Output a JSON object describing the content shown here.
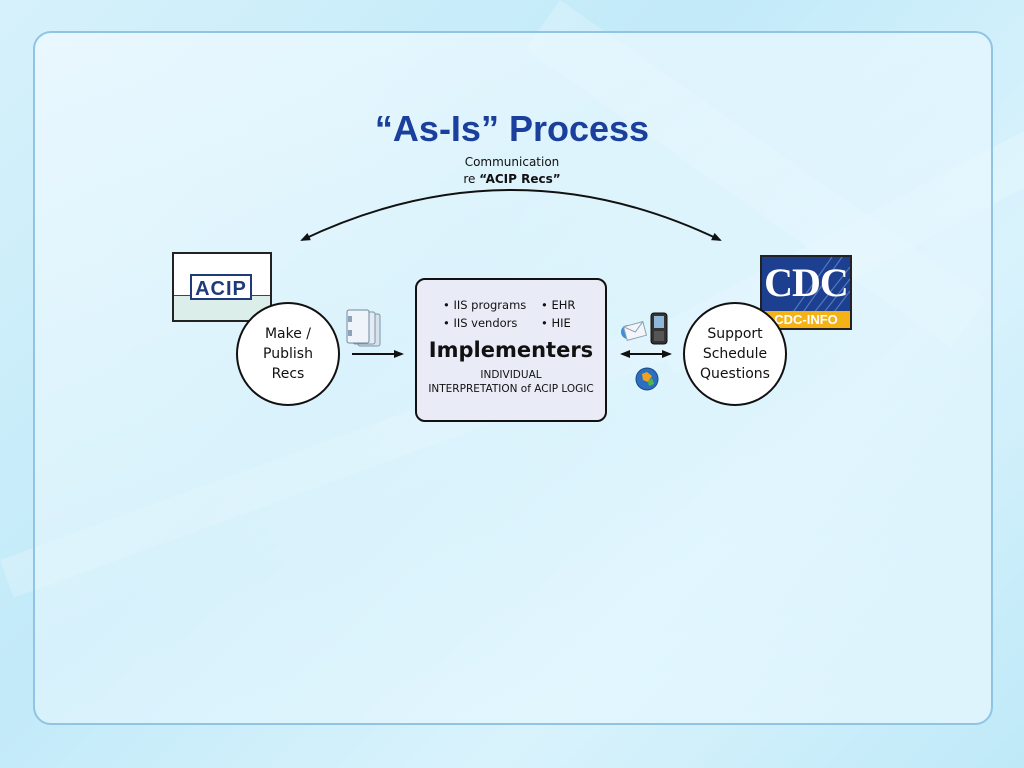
{
  "title": "“As-Is” Process",
  "communication": {
    "line1": "Communication",
    "line2_prefix": "re ",
    "line2_bold": "“ACIP Recs”"
  },
  "logos": {
    "acip": "ACIP",
    "cdc": "CDC",
    "cdc_info": "CDC-INFO"
  },
  "nodes": {
    "left_circle": "Make /\nPublish\nRecs",
    "right_circle": "Support\nSchedule\nQuestions"
  },
  "implementers": {
    "bullets_left": [
      "• IIS programs",
      "• IIS vendors"
    ],
    "bullets_right": [
      "• EHR",
      "• HIE"
    ],
    "heading": "Implementers",
    "sub_line1": "INDIVIDUAL",
    "sub_line2": "INTERPRETATION of ACIP LOGIC"
  },
  "icons": [
    "document-stack-icon",
    "email-icon",
    "mobile-phone-icon",
    "browser-globe-icon"
  ],
  "colors": {
    "title": "#1a3f9c",
    "cdc_blue": "#1d3f8f",
    "cdc_info_orange": "#f5b216",
    "implementers_fill": "#e9ecf6"
  }
}
